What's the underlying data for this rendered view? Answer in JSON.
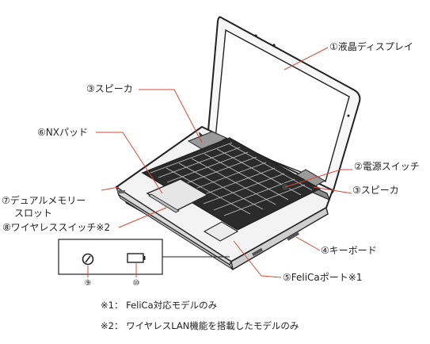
{
  "labels": {
    "lcd": "①液晶ディスプレイ",
    "speaker_left": "③スピーカ",
    "nx_pad": "⑥NXパッド",
    "power_switch": "②電源スイッチ",
    "speaker_right": "③スピーカ",
    "dual_memory_line1": "⑦デュアルメモリー",
    "dual_memory_line2": "スロット",
    "wireless_switch": "⑧ワイヤレススイッチ※2",
    "keyboard": "④キーボード",
    "felica_port": "⑤FeliCaポート※1"
  },
  "inset": {
    "num_9": "⑨",
    "num_10": "⑩"
  },
  "notes": [
    "※1： FeliCa対応モデルのみ",
    "※2： ワイヤレスLAN機能を搭載したモデルのみ"
  ],
  "colors": {
    "leader": "#d64a3a",
    "outline": "#222222"
  }
}
